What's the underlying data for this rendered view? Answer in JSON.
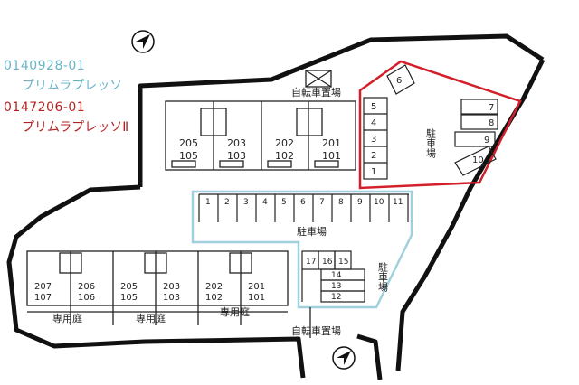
{
  "legend": {
    "property1_code": "0140928-01",
    "property1_name": "プリムラプレッソ",
    "property1_color": "#6ab4c8",
    "property2_code": "0147206-01",
    "property2_name": "プリムラプレッソⅡ",
    "property2_color": "#b22222"
  },
  "labels": {
    "bicycle_parking_top": "自転車置場",
    "bicycle_parking_bottom": "自転車置場",
    "parking_red": "駐車場",
    "parking_blue_main": "駐車場",
    "parking_blue_side": "駐車場",
    "private_garden": "専用庭"
  },
  "building_top_rooms": [
    {
      "upper": "205",
      "lower": "105"
    },
    {
      "upper": "203",
      "lower": "103"
    },
    {
      "upper": "202",
      "lower": "102"
    },
    {
      "upper": "201",
      "lower": "101"
    }
  ],
  "building_bottom_rooms": [
    {
      "upper": "207",
      "lower": "107"
    },
    {
      "upper": "206",
      "lower": "106"
    },
    {
      "upper": "205",
      "lower": "105"
    },
    {
      "upper": "203",
      "lower": "103"
    },
    {
      "upper": "202",
      "lower": "102"
    },
    {
      "upper": "201",
      "lower": "101"
    }
  ],
  "red_parking_left": [
    "5",
    "4",
    "3",
    "2",
    "1"
  ],
  "red_parking_right": [
    "7",
    "8",
    "9",
    "10"
  ],
  "red_parking_corner": "6",
  "blue_parking_row": [
    "1",
    "2",
    "3",
    "4",
    "5",
    "6",
    "7",
    "8",
    "9",
    "10",
    "11"
  ],
  "blue_parking_inner_top": [
    "17",
    "16",
    "15"
  ],
  "blue_parking_inner_right": [
    "14",
    "13",
    "12"
  ]
}
